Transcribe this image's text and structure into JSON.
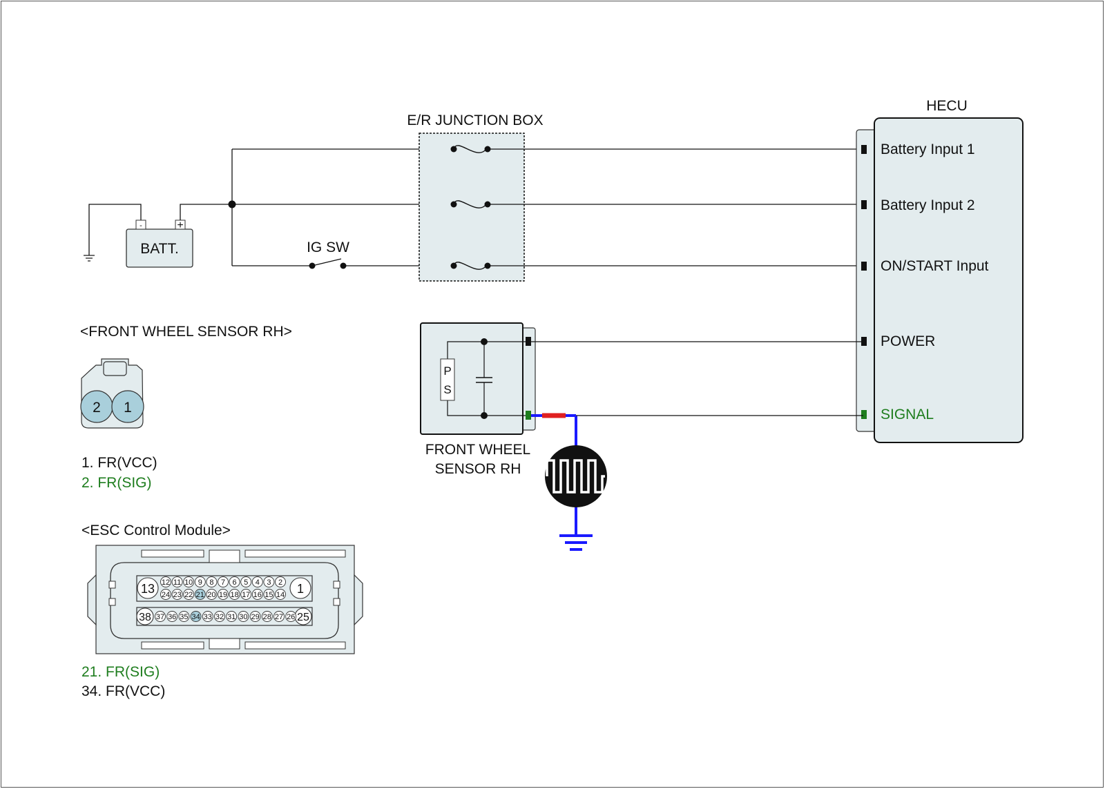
{
  "labels": {
    "junction_box": "E/R JUNCTION BOX",
    "hecu": "HECU",
    "batt": "BATT.",
    "ig_sw": "IG SW",
    "batt_minus": "-",
    "batt_plus": "+",
    "sensor_body_p": "P",
    "sensor_body_s": "S",
    "sensor_line1": "FRONT WHEEL",
    "sensor_line2": "SENSOR RH"
  },
  "hecu_pins": [
    {
      "label": "Battery Input 1"
    },
    {
      "label": "Battery Input 2"
    },
    {
      "label": "ON/START Input"
    },
    {
      "label": "POWER"
    },
    {
      "label": "SIGNAL"
    }
  ],
  "front_wheel_connector": {
    "title": "<FRONT WHEEL SENSOR RH>",
    "pin_left": "2",
    "pin_right": "1",
    "legend": [
      "1. FR(VCC)",
      "2. FR(SIG)"
    ]
  },
  "esc_connector": {
    "title": "<ESC Control Module>",
    "big_top_left": "13",
    "big_top_right": "1",
    "big_bottom_left": "38",
    "big_bottom_right": "25",
    "top_row_a": [
      "12",
      "11",
      "10",
      "9",
      "8",
      "7",
      "6",
      "5",
      "4",
      "3",
      "2"
    ],
    "top_row_b": [
      "24",
      "23",
      "22",
      "21",
      "20",
      "19",
      "18",
      "17",
      "16",
      "15",
      "14"
    ],
    "bottom_row": [
      "37",
      "36",
      "35",
      "34",
      "33",
      "32",
      "31",
      "30",
      "29",
      "28",
      "27",
      "26"
    ],
    "highlight": [
      "21",
      "34"
    ],
    "legend": [
      "21. FR(SIG)",
      "34. FR(VCC)"
    ]
  },
  "colors": {
    "signal_green": "#1e7d1e",
    "pin_highlight": "#a9cfdb",
    "connector_fill": "#e3ecee",
    "wire_blue": "#1a1aff",
    "wire_red": "#e02020"
  }
}
